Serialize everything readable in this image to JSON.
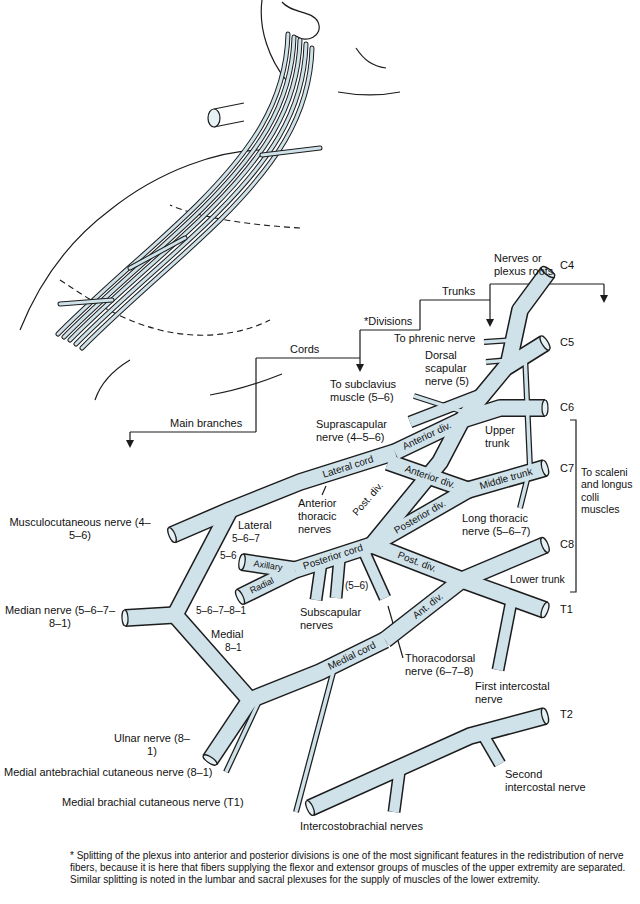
{
  "diagram": {
    "caption": "* Splitting of the plexus into anterior and posterior divisions is one of the most significant features in the redistribution of nerve fibers, because it is here that fibers supplying the flexor and extensor groups of muscles of the upper extremity are separated. Similar splitting is noted in the lumbar and sacral plexuses for the supply of muscles of the lower extremity.",
    "labels": [
      "Nerves or plexus roots",
      "Trunks",
      "*Divisions",
      "Cords",
      "Main branches",
      "C4",
      "To phrenic nerve",
      "C5",
      "Dorsal scapular nerve (5)",
      "To subclavius muscle (5–6)",
      "C6",
      "Suprascapular nerve (4–5–6)",
      "Upper trunk",
      "Anterior div.",
      "Lateral cord",
      "Anterior div.",
      "C7",
      "Middle trunk",
      "To scaleni and longus colli muscles",
      "Musculocutaneous nerve (4–5–6)",
      "Anterior thoracic nerves",
      "Post. div.",
      "Posterior div.",
      "Long thoracic nerve (5–6–7)",
      "Lateral",
      "5–6–7",
      "Axillary",
      "Posterior cord",
      "C8",
      "(5–6)",
      "Post. div.",
      "Radial",
      "Subscapular nerves",
      "Lower trunk",
      "5–6",
      "Medial",
      "5–6–7–8–1",
      "8–1",
      "Median nerve (5–6–7–8–1)",
      "Medial cord",
      "Ant. div.",
      "T1",
      "Thoracodorsal nerve (6–7–8)",
      "First intercostal nerve",
      "T2",
      "Ulnar nerve (8–1)",
      "Medial antebrachial cutaneous nerve (8–1)",
      "Medial brachial cutaneous nerve (T1)",
      "Second intercostal nerve",
      "Intercostobrachial nerves"
    ]
  }
}
